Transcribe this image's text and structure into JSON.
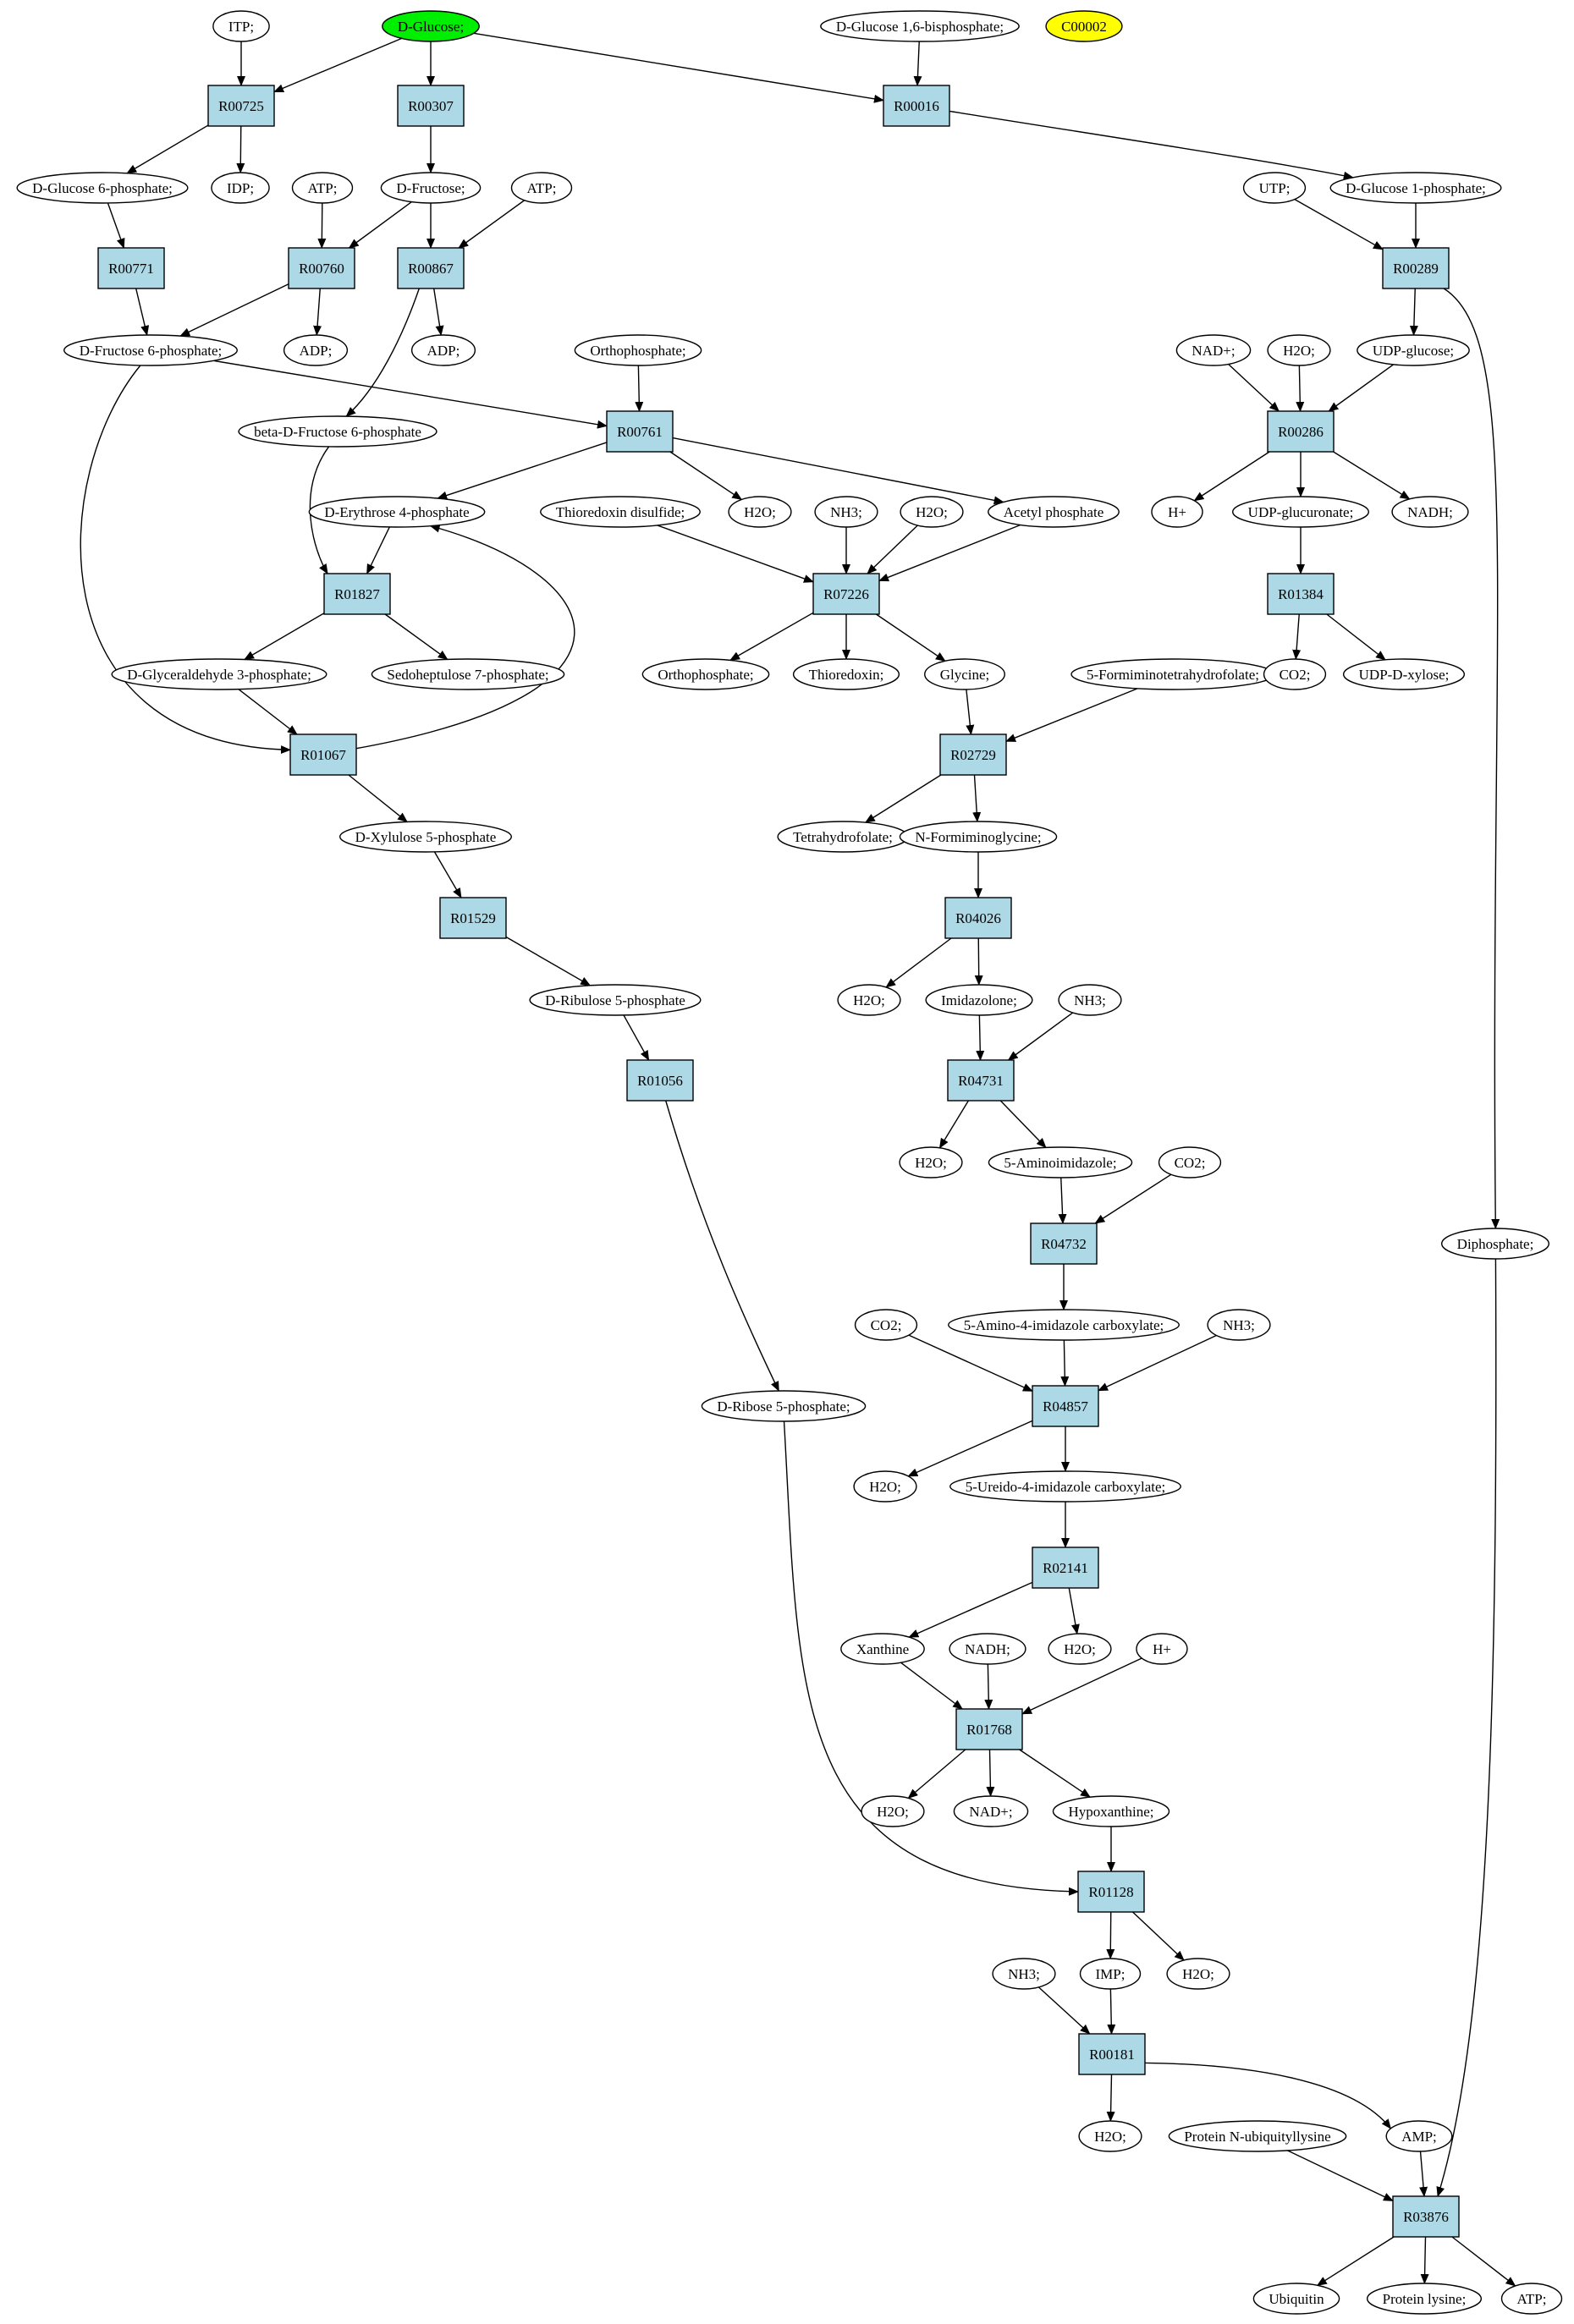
{
  "colors": {
    "reaction_fill": "#add8e6",
    "compound_fill": "#ffffff",
    "start_fill": "#00ee00",
    "highlight_fill": "#ffff00",
    "stroke": "#000000"
  },
  "nodes": [
    {
      "id": "itp",
      "label": "ITP;",
      "kind": "compound"
    },
    {
      "id": "glucose",
      "label": "D-Glucose;",
      "kind": "compound",
      "fill": "start"
    },
    {
      "id": "g16bp",
      "label": "D-Glucose 1,6-bisphosphate;",
      "kind": "compound"
    },
    {
      "id": "c00002",
      "label": "C00002",
      "kind": "compound",
      "fill": "highlight"
    },
    {
      "id": "R00725",
      "label": "R00725",
      "kind": "reaction"
    },
    {
      "id": "R00307",
      "label": "R00307",
      "kind": "reaction"
    },
    {
      "id": "R00016",
      "label": "R00016",
      "kind": "reaction"
    },
    {
      "id": "g6p",
      "label": "D-Glucose 6-phosphate;",
      "kind": "compound"
    },
    {
      "id": "idp",
      "label": "IDP;",
      "kind": "compound"
    },
    {
      "id": "atp1",
      "label": "ATP;",
      "kind": "compound"
    },
    {
      "id": "fructose",
      "label": "D-Fructose;",
      "kind": "compound"
    },
    {
      "id": "atp2",
      "label": "ATP;",
      "kind": "compound"
    },
    {
      "id": "utp",
      "label": "UTP;",
      "kind": "compound"
    },
    {
      "id": "g1p",
      "label": "D-Glucose 1-phosphate;",
      "kind": "compound"
    },
    {
      "id": "R00771",
      "label": "R00771",
      "kind": "reaction"
    },
    {
      "id": "R00760",
      "label": "R00760",
      "kind": "reaction"
    },
    {
      "id": "R00867",
      "label": "R00867",
      "kind": "reaction"
    },
    {
      "id": "R00289",
      "label": "R00289",
      "kind": "reaction"
    },
    {
      "id": "f6p",
      "label": "D-Fructose 6-phosphate;",
      "kind": "compound"
    },
    {
      "id": "adp1",
      "label": "ADP;",
      "kind": "compound"
    },
    {
      "id": "adp2",
      "label": "ADP;",
      "kind": "compound"
    },
    {
      "id": "ortho1",
      "label": "Orthophosphate;",
      "kind": "compound"
    },
    {
      "id": "nadp",
      "label": "NAD+;",
      "kind": "compound"
    },
    {
      "id": "h2o_a",
      "label": "H2O;",
      "kind": "compound"
    },
    {
      "id": "udpglc",
      "label": "UDP-glucose;",
      "kind": "compound"
    },
    {
      "id": "bf6p",
      "label": "beta-D-Fructose 6-phosphate",
      "kind": "compound"
    },
    {
      "id": "R00761",
      "label": "R00761",
      "kind": "reaction"
    },
    {
      "id": "R00286",
      "label": "R00286",
      "kind": "reaction"
    },
    {
      "id": "e4p",
      "label": "D-Erythrose 4-phosphate",
      "kind": "compound"
    },
    {
      "id": "h2o_b",
      "label": "H2O;",
      "kind": "compound"
    },
    {
      "id": "thiodis",
      "label": "Thioredoxin disulfide;",
      "kind": "compound"
    },
    {
      "id": "nh3_a",
      "label": "NH3;",
      "kind": "compound"
    },
    {
      "id": "h2o_c",
      "label": "H2O;",
      "kind": "compound"
    },
    {
      "id": "acp",
      "label": "Acetyl phosphate",
      "kind": "compound"
    },
    {
      "id": "hplus1",
      "label": "H+",
      "kind": "compound"
    },
    {
      "id": "udpglcur",
      "label": "UDP-glucuronate;",
      "kind": "compound"
    },
    {
      "id": "nadh1",
      "label": "NADH;",
      "kind": "compound"
    },
    {
      "id": "R01827",
      "label": "R01827",
      "kind": "reaction"
    },
    {
      "id": "R07226",
      "label": "R07226",
      "kind": "reaction"
    },
    {
      "id": "R01384",
      "label": "R01384",
      "kind": "reaction"
    },
    {
      "id": "gap",
      "label": "D-Glyceraldehyde 3-phosphate;",
      "kind": "compound"
    },
    {
      "id": "s7p",
      "label": "Sedoheptulose 7-phosphate;",
      "kind": "compound"
    },
    {
      "id": "ortho2",
      "label": "Orthophosphate;",
      "kind": "compound"
    },
    {
      "id": "thio",
      "label": "Thioredoxin;",
      "kind": "compound"
    },
    {
      "id": "gly",
      "label": "Glycine;",
      "kind": "compound"
    },
    {
      "id": "fthf",
      "label": "5-Formiminotetrahydrofolate;",
      "kind": "compound"
    },
    {
      "id": "co2_a",
      "label": "CO2;",
      "kind": "compound"
    },
    {
      "id": "udpxyl",
      "label": "UDP-D-xylose;",
      "kind": "compound"
    },
    {
      "id": "R01067",
      "label": "R01067",
      "kind": "reaction"
    },
    {
      "id": "R02729",
      "label": "R02729",
      "kind": "reaction"
    },
    {
      "id": "thf",
      "label": "Tetrahydrofolate;",
      "kind": "compound"
    },
    {
      "id": "nfgly",
      "label": "N-Formiminoglycine;",
      "kind": "compound"
    },
    {
      "id": "x5p",
      "label": "D-Xylulose 5-phosphate",
      "kind": "compound"
    },
    {
      "id": "R01529",
      "label": "R01529",
      "kind": "reaction"
    },
    {
      "id": "R04026",
      "label": "R04026",
      "kind": "reaction"
    },
    {
      "id": "ru5p",
      "label": "D-Ribulose 5-phosphate",
      "kind": "compound"
    },
    {
      "id": "h2o_d",
      "label": "H2O;",
      "kind": "compound"
    },
    {
      "id": "imidazolone",
      "label": "Imidazolone;",
      "kind": "compound"
    },
    {
      "id": "nh3_b",
      "label": "NH3;",
      "kind": "compound"
    },
    {
      "id": "R01056",
      "label": "R01056",
      "kind": "reaction"
    },
    {
      "id": "R04731",
      "label": "R04731",
      "kind": "reaction"
    },
    {
      "id": "h2o_e",
      "label": "H2O;",
      "kind": "compound"
    },
    {
      "id": "aimid",
      "label": "5-Aminoimidazole;",
      "kind": "compound"
    },
    {
      "id": "co2_b",
      "label": "CO2;",
      "kind": "compound"
    },
    {
      "id": "R04732",
      "label": "R04732",
      "kind": "reaction"
    },
    {
      "id": "diphos",
      "label": "Diphosphate;",
      "kind": "compound"
    },
    {
      "id": "co2_c",
      "label": "CO2;",
      "kind": "compound"
    },
    {
      "id": "aic",
      "label": "5-Amino-4-imidazole carboxylate;",
      "kind": "compound"
    },
    {
      "id": "nh3_c",
      "label": "NH3;",
      "kind": "compound"
    },
    {
      "id": "r5p",
      "label": "D-Ribose 5-phosphate;",
      "kind": "compound"
    },
    {
      "id": "R04857",
      "label": "R04857",
      "kind": "reaction"
    },
    {
      "id": "h2o_f",
      "label": "H2O;",
      "kind": "compound"
    },
    {
      "id": "uic",
      "label": "5-Ureido-4-imidazole carboxylate;",
      "kind": "compound"
    },
    {
      "id": "R02141",
      "label": "R02141",
      "kind": "reaction"
    },
    {
      "id": "xanthine",
      "label": "Xanthine",
      "kind": "compound"
    },
    {
      "id": "nadh2",
      "label": "NADH;",
      "kind": "compound"
    },
    {
      "id": "h2o_g",
      "label": "H2O;",
      "kind": "compound"
    },
    {
      "id": "hplus2",
      "label": "H+",
      "kind": "compound"
    },
    {
      "id": "R01768",
      "label": "R01768",
      "kind": "reaction"
    },
    {
      "id": "h2o_h",
      "label": "H2O;",
      "kind": "compound"
    },
    {
      "id": "nadp2",
      "label": "NAD+;",
      "kind": "compound"
    },
    {
      "id": "hypox",
      "label": "Hypoxanthine;",
      "kind": "compound"
    },
    {
      "id": "R01128",
      "label": "R01128",
      "kind": "reaction"
    },
    {
      "id": "nh3_d",
      "label": "NH3;",
      "kind": "compound"
    },
    {
      "id": "imp",
      "label": "IMP;",
      "kind": "compound"
    },
    {
      "id": "h2o_i",
      "label": "H2O;",
      "kind": "compound"
    },
    {
      "id": "R00181",
      "label": "R00181",
      "kind": "reaction"
    },
    {
      "id": "h2o_j",
      "label": "H2O;",
      "kind": "compound"
    },
    {
      "id": "pnul",
      "label": "Protein N-ubiquityllysine",
      "kind": "compound"
    },
    {
      "id": "amp",
      "label": "AMP;",
      "kind": "compound"
    },
    {
      "id": "R03876",
      "label": "R03876",
      "kind": "reaction"
    },
    {
      "id": "ubiquitin",
      "label": "Ubiquitin",
      "kind": "compound"
    },
    {
      "id": "plys",
      "label": "Protein lysine;",
      "kind": "compound"
    },
    {
      "id": "atp3",
      "label": "ATP;",
      "kind": "compound"
    }
  ],
  "edges": [
    [
      "itp",
      "R00725"
    ],
    [
      "glucose",
      "R00725"
    ],
    [
      "glucose",
      "R00307"
    ],
    [
      "glucose",
      "R00016"
    ],
    [
      "g16bp",
      "R00016"
    ],
    [
      "R00725",
      "g6p"
    ],
    [
      "R00725",
      "idp"
    ],
    [
      "R00307",
      "fructose"
    ],
    [
      "R00016",
      "g1p"
    ],
    [
      "g6p",
      "R00771"
    ],
    [
      "atp1",
      "R00760"
    ],
    [
      "fructose",
      "R00760"
    ],
    [
      "fructose",
      "R00867"
    ],
    [
      "atp2",
      "R00867"
    ],
    [
      "utp",
      "R00289"
    ],
    [
      "g1p",
      "R00289"
    ],
    [
      "R00771",
      "f6p"
    ],
    [
      "R00760",
      "f6p"
    ],
    [
      "R00760",
      "adp1"
    ],
    [
      "R00867",
      "adp2"
    ],
    [
      "R00867",
      "bf6p"
    ],
    [
      "R00289",
      "udpglc"
    ],
    [
      "R00289",
      "diphos"
    ],
    [
      "f6p",
      "R00761"
    ],
    [
      "ortho1",
      "R00761"
    ],
    [
      "f6p",
      "R01067"
    ],
    [
      "nadp",
      "R00286"
    ],
    [
      "h2o_a",
      "R00286"
    ],
    [
      "udpglc",
      "R00286"
    ],
    [
      "R00761",
      "e4p"
    ],
    [
      "R00761",
      "h2o_b"
    ],
    [
      "R00761",
      "acp"
    ],
    [
      "R00286",
      "hplus1"
    ],
    [
      "R00286",
      "udpglcur"
    ],
    [
      "R00286",
      "nadh1"
    ],
    [
      "bf6p",
      "R01827"
    ],
    [
      "e4p",
      "R01827"
    ],
    [
      "thiodis",
      "R07226"
    ],
    [
      "nh3_a",
      "R07226"
    ],
    [
      "h2o_c",
      "R07226"
    ],
    [
      "acp",
      "R07226"
    ],
    [
      "udpglcur",
      "R01384"
    ],
    [
      "R01827",
      "gap"
    ],
    [
      "R01827",
      "s7p"
    ],
    [
      "R07226",
      "ortho2"
    ],
    [
      "R07226",
      "thio"
    ],
    [
      "R07226",
      "gly"
    ],
    [
      "R01384",
      "co2_a"
    ],
    [
      "R01384",
      "udpxyl"
    ],
    [
      "gap",
      "R01067"
    ],
    [
      "R01067",
      "e4p"
    ],
    [
      "R01067",
      "x5p"
    ],
    [
      "gly",
      "R02729"
    ],
    [
      "fthf",
      "R02729"
    ],
    [
      "R02729",
      "thf"
    ],
    [
      "R02729",
      "nfgly"
    ],
    [
      "x5p",
      "R01529"
    ],
    [
      "nfgly",
      "R04026"
    ],
    [
      "R01529",
      "ru5p"
    ],
    [
      "R04026",
      "h2o_d"
    ],
    [
      "R04026",
      "imidazolone"
    ],
    [
      "ru5p",
      "R01056"
    ],
    [
      "imidazolone",
      "R04731"
    ],
    [
      "nh3_b",
      "R04731"
    ],
    [
      "R04731",
      "h2o_e"
    ],
    [
      "R04731",
      "aimid"
    ],
    [
      "aimid",
      "R04732"
    ],
    [
      "co2_b",
      "R04732"
    ],
    [
      "R04732",
      "aic"
    ],
    [
      "R01056",
      "r5p"
    ],
    [
      "co2_c",
      "R04857"
    ],
    [
      "aic",
      "R04857"
    ],
    [
      "nh3_c",
      "R04857"
    ],
    [
      "R04857",
      "h2o_f"
    ],
    [
      "R04857",
      "uic"
    ],
    [
      "uic",
      "R02141"
    ],
    [
      "R02141",
      "xanthine"
    ],
    [
      "R02141",
      "h2o_g"
    ],
    [
      "xanthine",
      "R01768"
    ],
    [
      "nadh2",
      "R01768"
    ],
    [
      "hplus2",
      "R01768"
    ],
    [
      "R01768",
      "h2o_h"
    ],
    [
      "R01768",
      "nadp2"
    ],
    [
      "R01768",
      "hypox"
    ],
    [
      "hypox",
      "R01128"
    ],
    [
      "r5p",
      "R01128"
    ],
    [
      "R01128",
      "imp"
    ],
    [
      "R01128",
      "h2o_i"
    ],
    [
      "nh3_d",
      "R00181"
    ],
    [
      "imp",
      "R00181"
    ],
    [
      "R00181",
      "h2o_j"
    ],
    [
      "R00181",
      "amp"
    ],
    [
      "pnul",
      "R03876"
    ],
    [
      "amp",
      "R03876"
    ],
    [
      "diphos",
      "R03876"
    ],
    [
      "R03876",
      "ubiquitin"
    ],
    [
      "R03876",
      "plys"
    ],
    [
      "R03876",
      "atp3"
    ]
  ]
}
